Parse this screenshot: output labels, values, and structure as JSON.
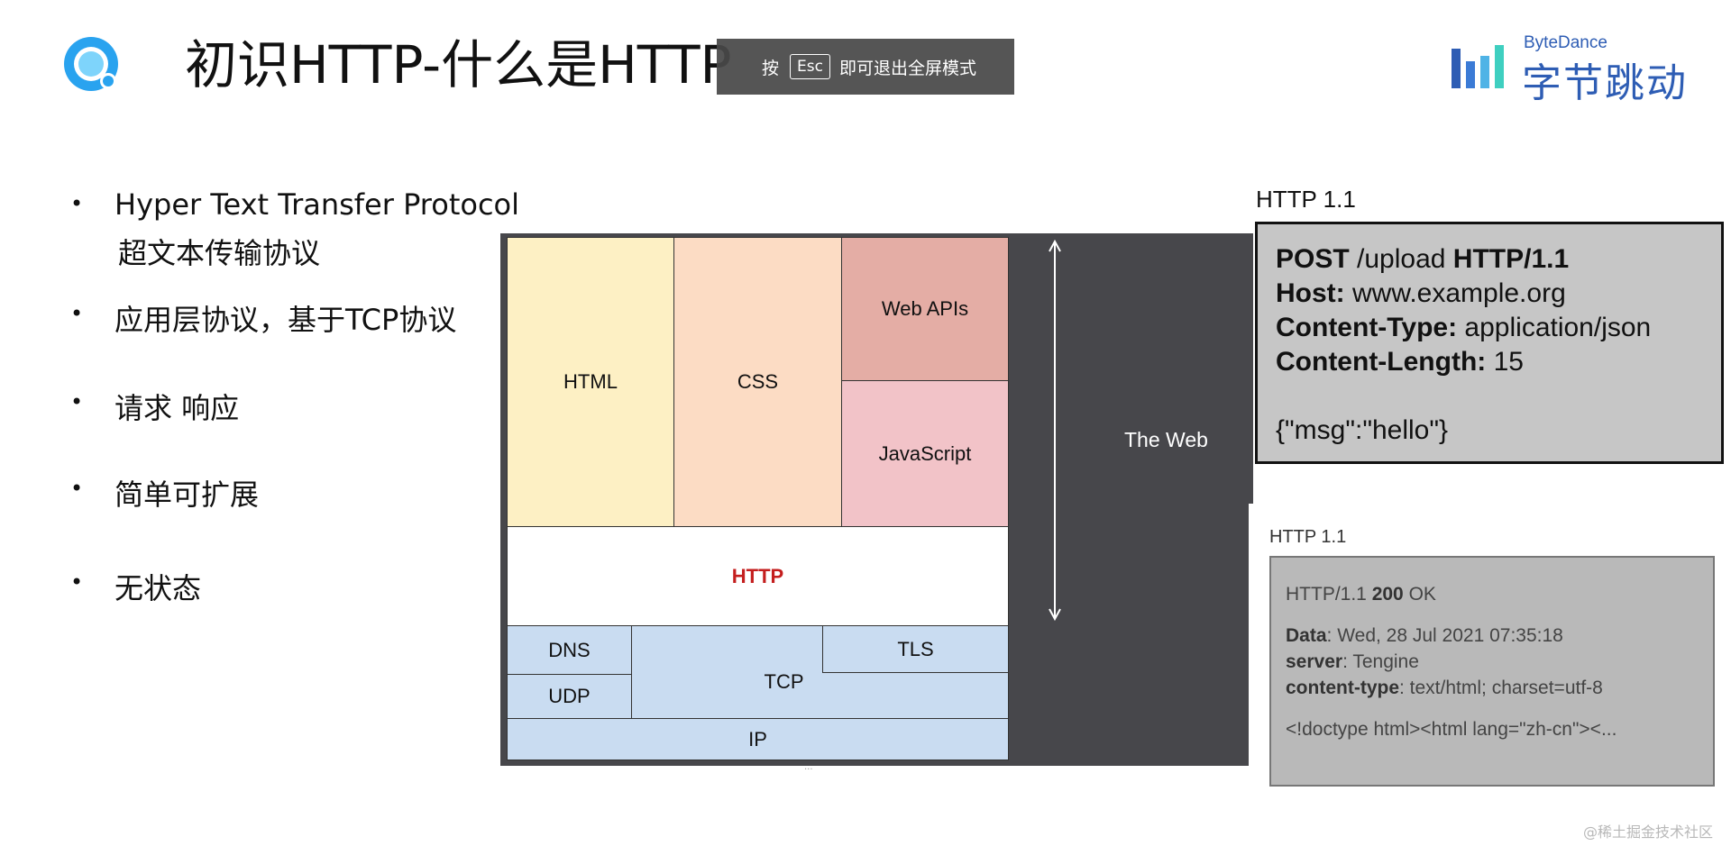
{
  "title": "初识HTTP-什么是HTTP",
  "fullscreen_toast": {
    "prefix": "按",
    "key": "Esc",
    "suffix": "即可退出全屏模式"
  },
  "brand": {
    "en": "ByteDance",
    "cn": "字节跳动",
    "color": "#2e5db4"
  },
  "bullets": [
    {
      "text": "Hyper Text Transfer Protocol",
      "sub": "超文本传输协议"
    },
    {
      "text": "应用层协议，基于TCP协议"
    },
    {
      "text": "请求 响应"
    },
    {
      "text": "简单可扩展"
    },
    {
      "text": "无状态"
    }
  ],
  "diagram": {
    "html": "HTML",
    "css": "CSS",
    "web_apis": "Web APIs",
    "javascript": "JavaScript",
    "http": "HTTP",
    "dns": "DNS",
    "udp": "UDP",
    "tcp": "TCP",
    "tls": "TLS",
    "ip": "IP",
    "the_web": "The Web"
  },
  "request": {
    "label": "HTTP 1.1",
    "method": "POST",
    "path": " /upload ",
    "version": "HTTP/1.1",
    "host_key": "Host:",
    "host_val": " www.example.org",
    "ctype_key": "Content-Type:",
    "ctype_val": " application/json",
    "clen_key": "Content-Length:",
    "clen_val": " 15",
    "body": "{\"msg\":\"hello\"}"
  },
  "response": {
    "label": "HTTP 1.1",
    "status_prefix": "HTTP/1.1 ",
    "status_code": "200",
    "status_text": " OK",
    "date_key": "Data",
    "date_val": ": Wed, 28 Jul 2021 07:35:18",
    "server_key": "server",
    "server_val": ": Tengine",
    "ctype_key": "content-type",
    "ctype_val": ": text/html; charset=utf-8",
    "body": "<!doctype html><html lang=\"zh-cn\"><..."
  },
  "watermark": "@稀土掘金技术社区",
  "colors": {
    "html": "#fdf0c4",
    "css": "#fcdcc4",
    "web_apis": "#e4ada5",
    "javascript": "#f2c3c8",
    "network": "#c9dcf1",
    "http_text": "#c41e1e",
    "panel": "#47474b"
  }
}
